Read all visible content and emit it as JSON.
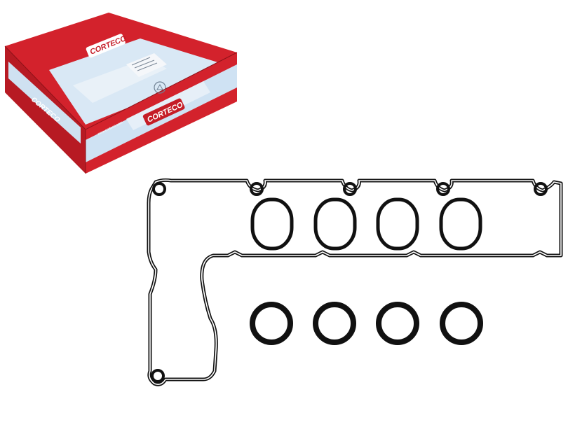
{
  "product_box": {
    "brand_top": "CORTECO",
    "brand_front": "CORTECO",
    "brand_side": "CORTECO",
    "website": "www.corteco.com",
    "colors": {
      "red": "#d01f2a",
      "red_dark": "#a5141d",
      "blue_light": "#cfe3f3",
      "blue_mid": "#9cc3e4",
      "label_white": "#f4f6f8"
    }
  },
  "gasket": {
    "stroke_color": "#111111",
    "inner_color": "#ffffff",
    "upper_port_count": 4,
    "lower_ring_count": 4,
    "bolt_hole_count": 6
  }
}
